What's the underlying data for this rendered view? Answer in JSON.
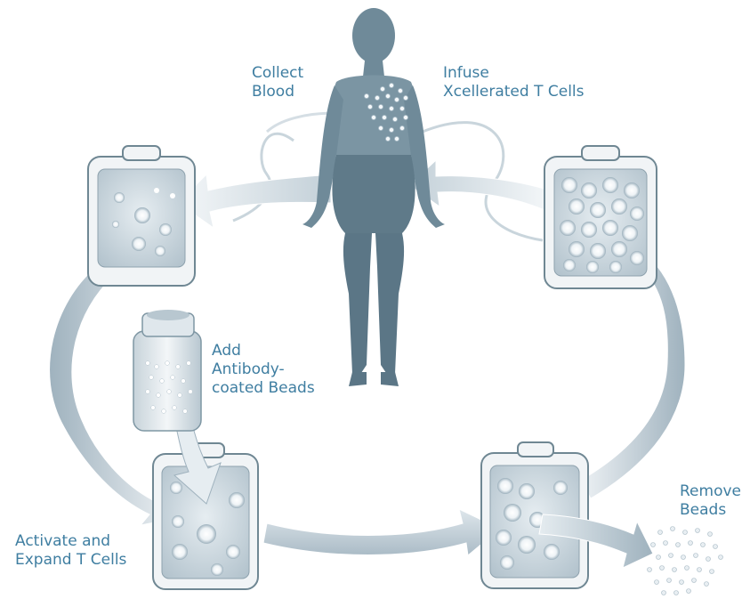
{
  "diagram": {
    "colors": {
      "label_text": "#3f7ea1",
      "figure": "#6f8a99",
      "figure_dark": "#5b7686",
      "arrow_light": "#f3f6f8",
      "arrow_dark": "#b7c5ce",
      "bag_frame": "#6f8793",
      "bag_fill": "#c9d5dc",
      "cell": "#f6f9fa"
    },
    "labels": {
      "collect_blood": [
        "Collect",
        "Blood"
      ],
      "infuse": [
        "Infuse",
        "Xcellerated T Cells"
      ],
      "add_beads": [
        "Add",
        "Antibody-",
        "coated Beads"
      ],
      "activate_expand": [
        "Activate and",
        "Expand T Cells"
      ],
      "remove_beads": [
        "Remove",
        "Beads"
      ]
    }
  }
}
